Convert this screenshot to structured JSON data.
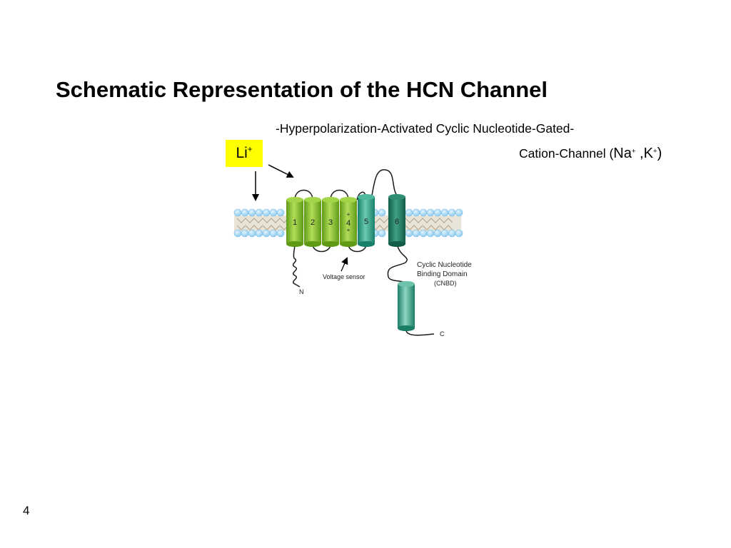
{
  "slide": {
    "title": "Schematic Representation of the HCN Channel",
    "subtitle_line1": "-Hyperpolarization-Activated Cyclic Nucleotide-Gated-",
    "subtitle_line2_prefix": "Cation-Channel (",
    "ion1": "Na",
    "ion_sep": " ,K",
    "ion_suffix": ")",
    "charge": "+",
    "li_symbol": "Li",
    "page_number": "4"
  },
  "diagram": {
    "segments": [
      "1",
      "2",
      "3",
      "4",
      "5",
      "6"
    ],
    "s4_charge_top": "+",
    "s4_charge_bottom": "+",
    "voltage_sensor_label": "Voltage sensor",
    "cnbd_line1": "Cyclic Nucleotide",
    "cnbd_line2": "Binding Domain",
    "cnbd_line3": "(CNBD)",
    "n_terminus": "N",
    "c_terminus": "C"
  },
  "colors": {
    "li_box": "#ffff00",
    "voltage_sensor_green": "#8cbd2e",
    "pore_teal": "#2e9c86",
    "s6_dark_teal": "#217a64",
    "lipid_head_blue": "#9fd4f2"
  }
}
